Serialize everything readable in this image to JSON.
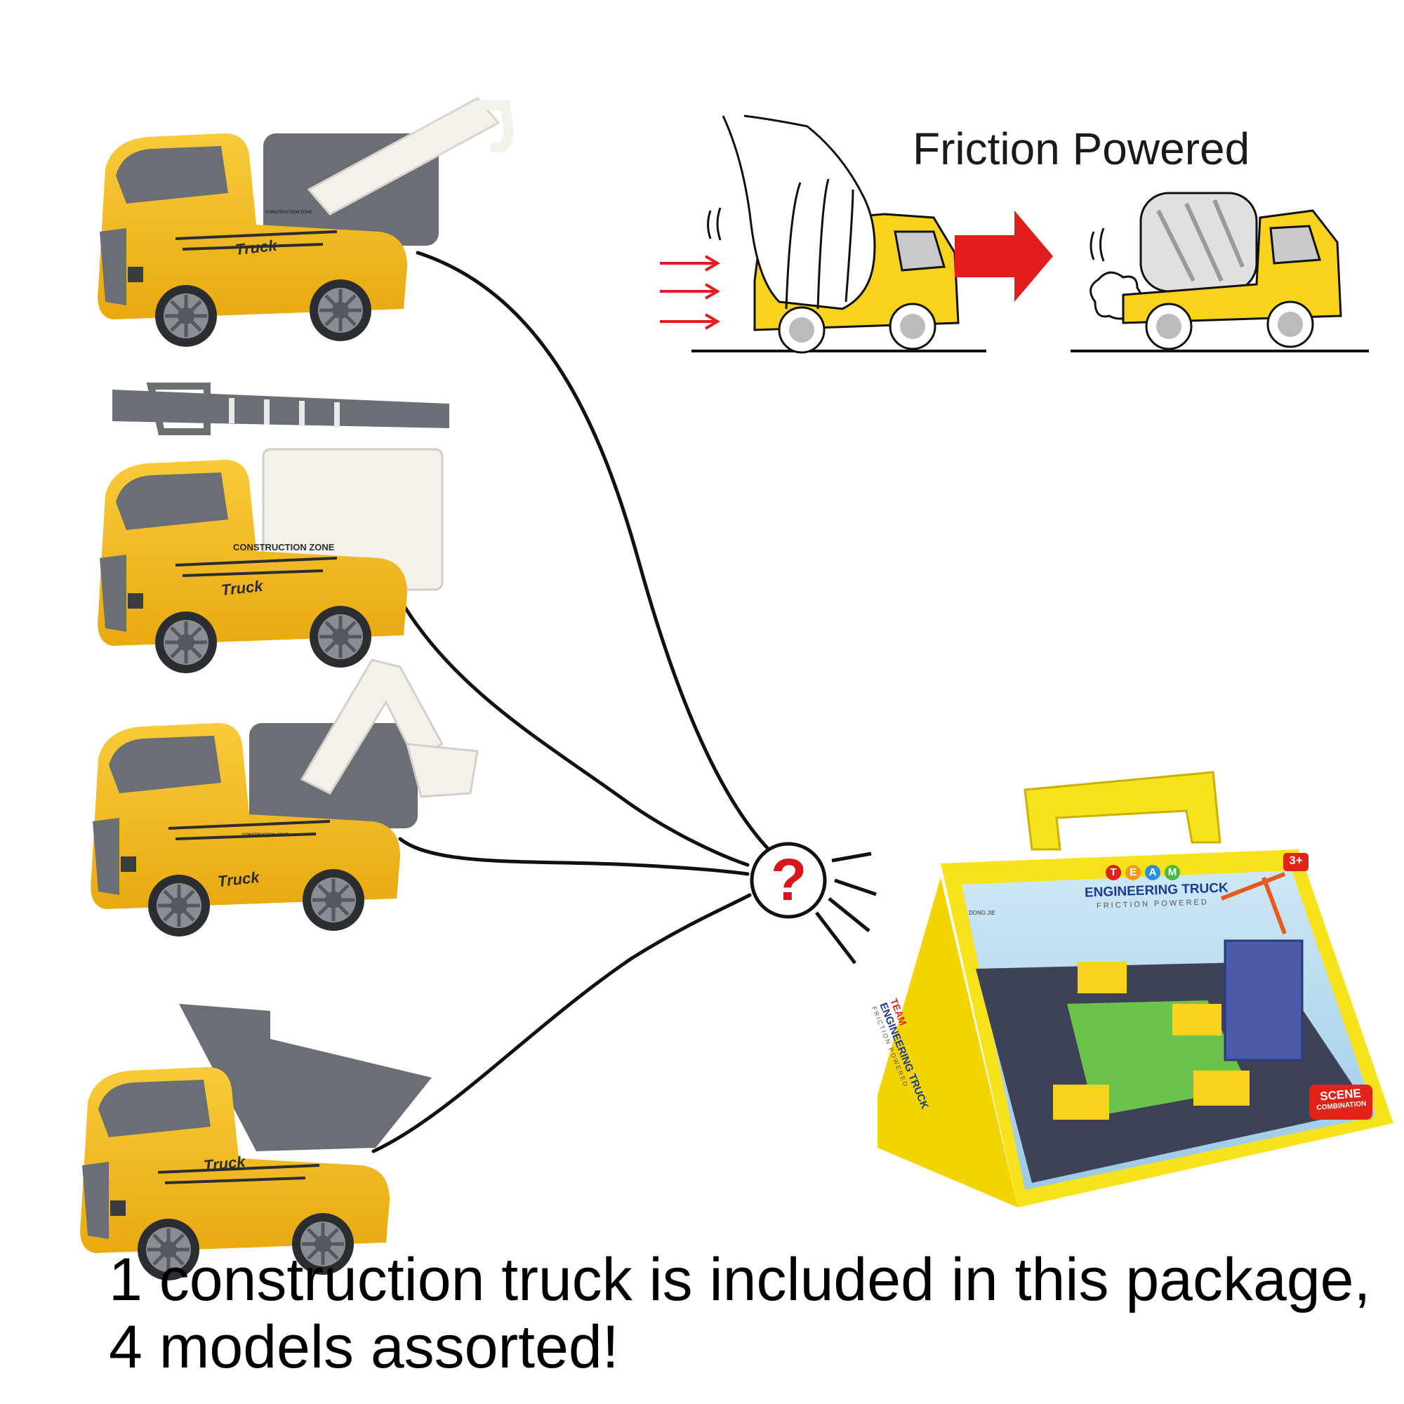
{
  "header": {
    "friction_title": "Friction Powered"
  },
  "trucks": [
    {
      "model": "crane truck",
      "door_text": "Truck",
      "side_text": "CONSTRUCTION ZONE"
    },
    {
      "model": "ladder truck",
      "door_text": "Truck",
      "side_text": "CONSTRUCTION ZONE"
    },
    {
      "model": "excavator truck",
      "door_text": "Truck",
      "side_text": "CONSTRUCTION ZONE"
    },
    {
      "model": "dump truck",
      "door_text": "Truck",
      "side_text": ""
    }
  ],
  "mystery": {
    "symbol": "?"
  },
  "package": {
    "team": [
      "T",
      "E",
      "A",
      "M"
    ],
    "title": "ENGINEERING TRUCK",
    "subtitle": "FRICTION POWERED",
    "age": "3+",
    "badge_line1": "SCENE",
    "badge_line2": "COMBINATION",
    "side_team": "TEAM",
    "side_title": "ENGINEERING TRUCK",
    "side_subtitle": "FRICTION POWERED",
    "brand": "DONG JIE"
  },
  "caption": {
    "line1": "1 construction truck is included in this package,",
    "line2": "4 models assorted!"
  },
  "colors": {
    "truck_yellow": "#f2b81a",
    "truck_grey": "#6b6e73",
    "boom_white": "#f2f1ea",
    "arrow_red": "#e31b1b",
    "box_yellow": "#f7e21b",
    "road": "#3f4257",
    "mystery_red": "#d9161b"
  }
}
